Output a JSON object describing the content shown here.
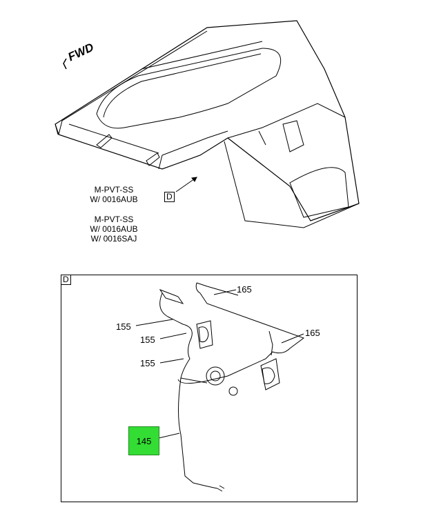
{
  "top_view": {
    "fwd_label": "FWD",
    "notes": [
      [
        "M-PVT-SS",
        "W/ 0016AUB"
      ],
      [
        "M-PVT-SS",
        "W/ 0016AUB",
        "W/ 0016SAJ"
      ]
    ],
    "detail_ref": "D"
  },
  "detail_view": {
    "label": "D",
    "callouts": {
      "c165a": "165",
      "c165b": "165",
      "c155a": "155",
      "c155b": "155",
      "c155c": "155"
    },
    "highlighted_part": "145",
    "highlight_color": "#33dd33"
  }
}
